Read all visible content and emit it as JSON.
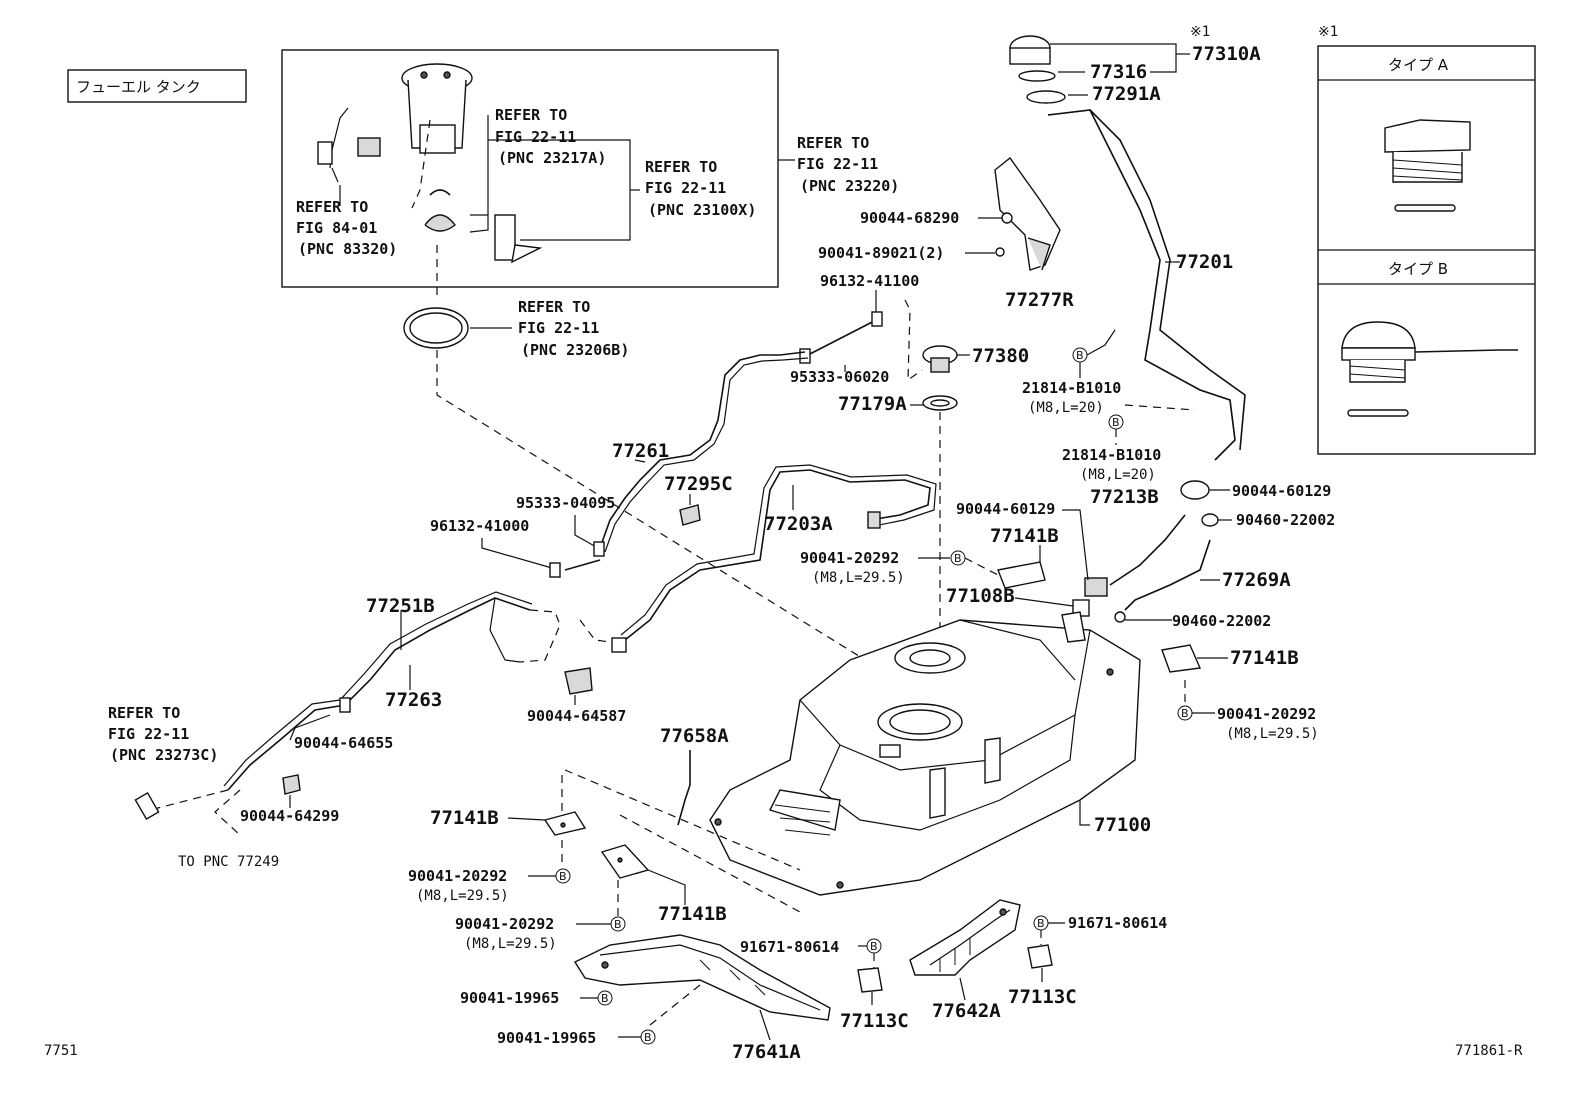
{
  "title": "フューエル タンク",
  "footer_left": "7751",
  "footer_right": "771861-R",
  "legend": {
    "mark": "※1",
    "type_a": "タイプ A",
    "type_b": "タイプ B"
  },
  "callout_mark": "※1",
  "bolt_mark": "B",
  "refs": {
    "r1": [
      "REFER TO",
      "FIG 22-11",
      "(PNC 23217A)"
    ],
    "r2": [
      "REFER TO",
      "FIG 22-11",
      "(PNC 23100X)"
    ],
    "r3": [
      "REFER TO",
      "FIG 22-11",
      "(PNC 23220)"
    ],
    "r4": [
      "REFER TO",
      "FIG 84-01",
      "(PNC 83320)"
    ],
    "r5": [
      "REFER TO",
      "FIG 22-11",
      "(PNC 23206B)"
    ],
    "r6": [
      "REFER TO",
      "FIG 22-11",
      "(PNC 23273C)"
    ]
  },
  "to_pnc": "TO PNC 77249",
  "parts": {
    "p77310A": "77310A",
    "p77316": "77316",
    "p77291A": "77291A",
    "p77201": "77201",
    "p77277R": "77277R",
    "p90044_68290": "90044-68290",
    "p90041_89021": "90041-89021(2)",
    "p96132_41100": "96132-41100",
    "p77380": "77380",
    "p95333_06020": "95333-06020",
    "p77179A": "77179A",
    "p21814_a": "21814-B1010",
    "p21814_a_spec": "(M8,L=20)",
    "p21814_b": "21814-B1010",
    "p21814_b_spec": "(M8,L=20)",
    "p90044_60129": "90044-60129",
    "p90460_22002_a": "90460-22002",
    "p77213B": "77213B",
    "p90044_60129_b": "90044-60129",
    "p77141B_a": "77141B",
    "p90041_20292_a": "90041-20292",
    "p90041_20292_a_spec": "(M8,L=29.5)",
    "p77108B": "77108B",
    "p77269A": "77269A",
    "p90460_22002_b": "90460-22002",
    "p77141B_b": "77141B",
    "p90041_20292_b": "90041-20292",
    "p90041_20292_b_spec": "(M8,L=29.5)",
    "p77261": "77261",
    "p77295C": "77295C",
    "p95333_04095": "95333-04095",
    "p96132_41000": "96132-41000",
    "p77203A": "77203A",
    "p77251B": "77251B",
    "p77263": "77263",
    "p90044_64587": "90044-64587",
    "p90044_64655": "90044-64655",
    "p90044_64299": "90044-64299",
    "p77658A": "77658A",
    "p77100": "77100",
    "p77141B_c": "77141B",
    "p90041_20292_c": "90041-20292",
    "p90041_20292_c_spec": "(M8,L=29.5)",
    "p77141B_d": "77141B",
    "p90041_20292_d": "90041-20292",
    "p90041_20292_d_spec": "(M8,L=29.5)",
    "p91671_80614_a": "91671-80614",
    "p91671_80614_b": "91671-80614",
    "p90041_19965_a": "90041-19965",
    "p90041_19965_b": "90041-19965",
    "p77113C_a": "77113C",
    "p77642A": "77642A",
    "p77113C_b": "77113C",
    "p77641A": "77641A"
  }
}
